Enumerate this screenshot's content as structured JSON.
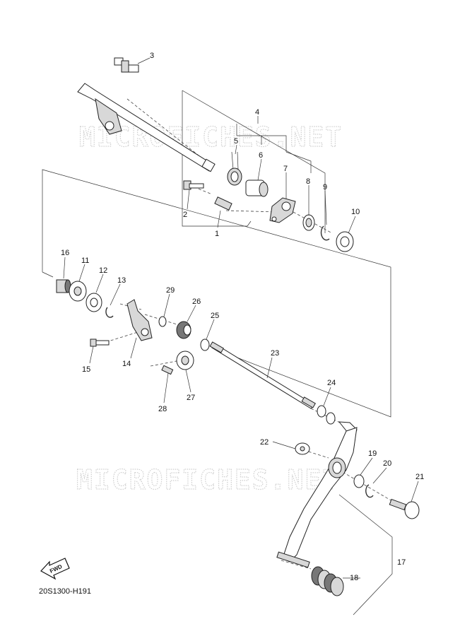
{
  "watermark": "MICROFICHES.NET",
  "diagram_code": "20S1300-H191",
  "fwd_label": "FWD",
  "callouts": [
    {
      "id": "1",
      "label": "1"
    },
    {
      "id": "2",
      "label": "2"
    },
    {
      "id": "3",
      "label": "3"
    },
    {
      "id": "4",
      "label": "4"
    },
    {
      "id": "5",
      "label": "5"
    },
    {
      "id": "6",
      "label": "6"
    },
    {
      "id": "7",
      "label": "7"
    },
    {
      "id": "8",
      "label": "8"
    },
    {
      "id": "9",
      "label": "9"
    },
    {
      "id": "10",
      "label": "10"
    },
    {
      "id": "11",
      "label": "11"
    },
    {
      "id": "12",
      "label": "12"
    },
    {
      "id": "13",
      "label": "13"
    },
    {
      "id": "14",
      "label": "14"
    },
    {
      "id": "15",
      "label": "15"
    },
    {
      "id": "16",
      "label": "16"
    },
    {
      "id": "17",
      "label": "17"
    },
    {
      "id": "18",
      "label": "18"
    },
    {
      "id": "19",
      "label": "19"
    },
    {
      "id": "20",
      "label": "20"
    },
    {
      "id": "21",
      "label": "21"
    },
    {
      "id": "22",
      "label": "22"
    },
    {
      "id": "23",
      "label": "23"
    },
    {
      "id": "24",
      "label": "24"
    },
    {
      "id": "25",
      "label": "25"
    },
    {
      "id": "26",
      "label": "26"
    },
    {
      "id": "27",
      "label": "27"
    },
    {
      "id": "28",
      "label": "28"
    },
    {
      "id": "29",
      "label": "29"
    }
  ]
}
